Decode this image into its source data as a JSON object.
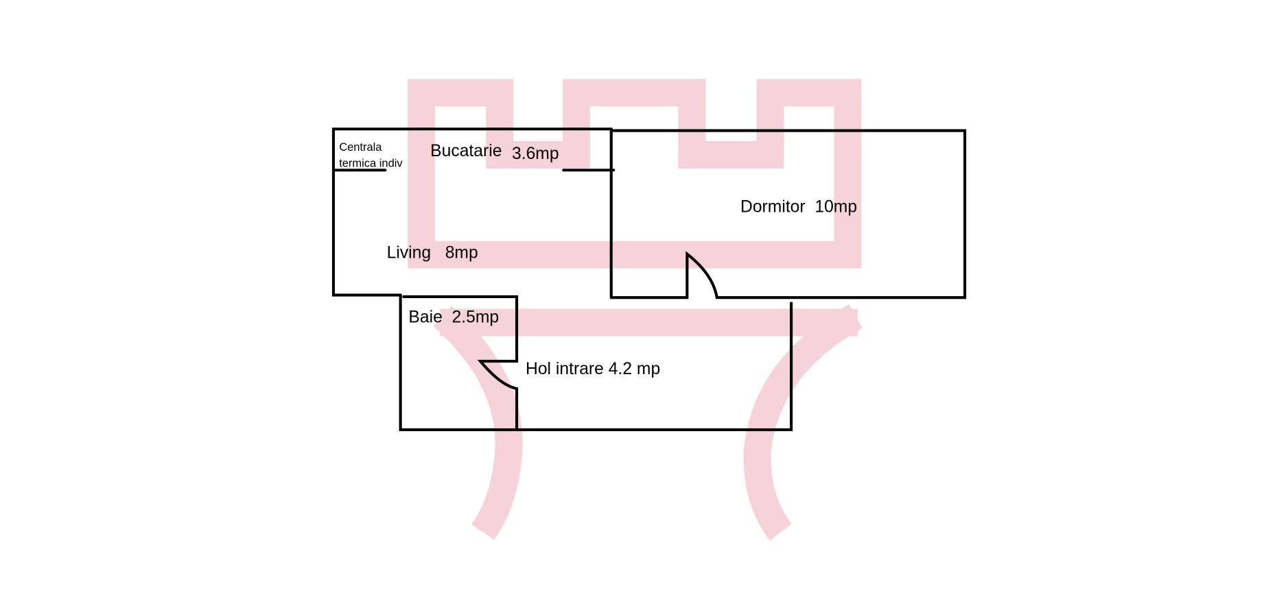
{
  "colors": {
    "watermark": "#f6d3d9",
    "walls": "#000000",
    "background": "#ffffff"
  },
  "rooms": {
    "centrala_line1": "Centrala",
    "centrala_line2": "termica indiv",
    "bucatarie": "Bucatarie",
    "bucatarie_area": "3.6mp",
    "dormitor": "Dormitor  10mp",
    "living": "Living   8mp",
    "baie": "Baie  2.5mp",
    "hol": "Hol intrare 4.2 mp"
  }
}
